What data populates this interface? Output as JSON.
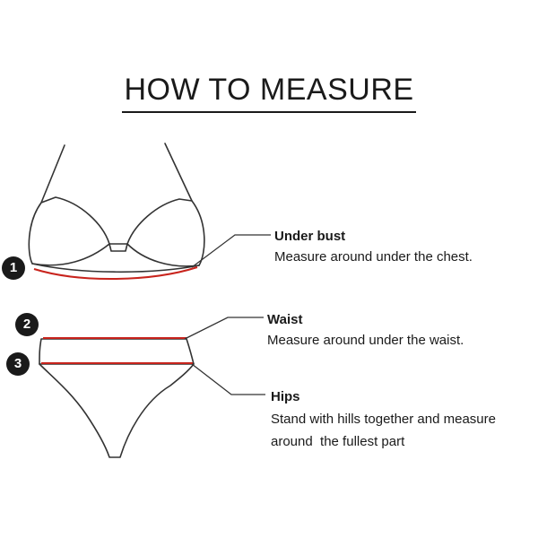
{
  "title": "HOW TO MEASURE",
  "colors": {
    "outline": "#333333",
    "measure_line": "#c8231c",
    "badge": "#1a1a1a"
  },
  "steps": [
    {
      "number": "1",
      "label": "Under bust",
      "description": "Measure around under the chest."
    },
    {
      "number": "2",
      "label": "Waist",
      "description": "Measure around under the waist."
    },
    {
      "number": "3",
      "label": "Hips",
      "description": "Stand with hills together and measure\naround  the fullest part"
    }
  ]
}
